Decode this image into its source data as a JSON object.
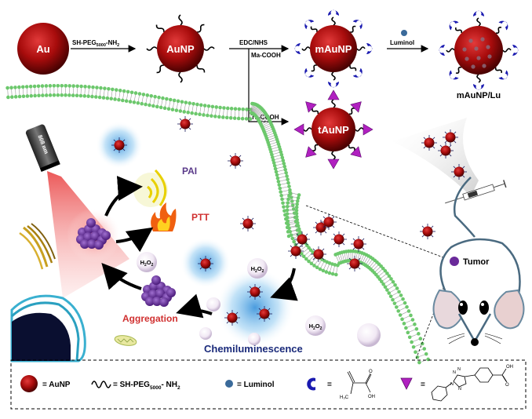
{
  "synthesis": {
    "au_label": "Au",
    "step1_reagent": "SH-PEG",
    "step1_sub": "5000",
    "step1_suffix": "-NH",
    "step1_suffix_sub": "2",
    "aunp_label": "AuNP",
    "step2_reagent_top": "EDC/NHS",
    "step2_reagent_ma": "Ma-COOH",
    "mAuNP_label": "mAuNP",
    "step3_reagent": "Luminol",
    "mAuNP_Lu_label": "mAuNP/Lu",
    "step2_reagent_tz": "Tz-COOH",
    "tAuNP_label": "tAuNP"
  },
  "mechanism": {
    "laser_label": "808 nm",
    "pai_label": "PAI",
    "ptt_label": "PTT",
    "h2o2": "H",
    "h2o2_sub1": "2",
    "h2o2_mid": "O",
    "h2o2_sub2": "2",
    "aggregation_label": "Aggregation",
    "chemiluminescence_label": "Chemiluminescence",
    "tumor_label": "Tumor"
  },
  "legend": {
    "aunp_eq": "= AuNP",
    "peg_eq": "= SH-PEG",
    "peg_sub": "5000",
    "peg_suffix": "- NH",
    "peg_suffix_sub": "2",
    "luminol_eq": "=  Luminol",
    "ma_eq": "=",
    "ma_h3c": "H₃C",
    "ma_o": "O",
    "ma_oh": "OH",
    "tz_eq": "=",
    "tz_n1": "N",
    "tz_n2": "N",
    "tz_n3": "N",
    "tz_n4": "N",
    "tz_oh": "OH",
    "tz_o": "O"
  },
  "colors": {
    "gold_red": "#b01010",
    "maleimide_blue": "#1a1ab0",
    "tz_magenta": "#b020c0",
    "membrane_green": "#6cc86c",
    "agg_purple": "#6a2a9a",
    "ptt_red": "#d03030",
    "pai_purple": "#5a3a8a",
    "chemi_blue": "#1a2a7a",
    "luminol_blue": "#3a6a9a"
  }
}
